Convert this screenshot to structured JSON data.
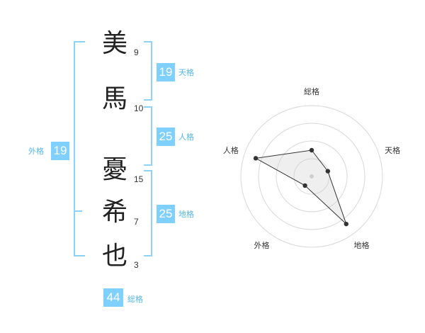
{
  "characters": [
    {
      "char": "美",
      "strokes": "9"
    },
    {
      "char": "馬",
      "strokes": "10"
    },
    {
      "char": "憂",
      "strokes": "15"
    },
    {
      "char": "希",
      "strokes": "7"
    },
    {
      "char": "也",
      "strokes": "3"
    }
  ],
  "scores": {
    "tenkaku": {
      "value": "19",
      "label": "天格"
    },
    "jinkaku": {
      "value": "25",
      "label": "人格"
    },
    "chikaku": {
      "value": "25",
      "label": "地格"
    },
    "gaikaku": {
      "value": "19",
      "label": "外格"
    },
    "soukaku": {
      "value": "44",
      "label": "総格"
    }
  },
  "colors": {
    "accent": "#7fcfff",
    "bracket": "#8dd2fb",
    "label": "#56b7f0"
  },
  "chart_data": {
    "type": "radar",
    "axes": [
      "総格",
      "天格",
      "地格",
      "外格",
      "人格"
    ],
    "values": [
      0.37,
      0.24,
      0.83,
      0.16,
      0.83
    ],
    "rings": 4,
    "max": 1
  }
}
